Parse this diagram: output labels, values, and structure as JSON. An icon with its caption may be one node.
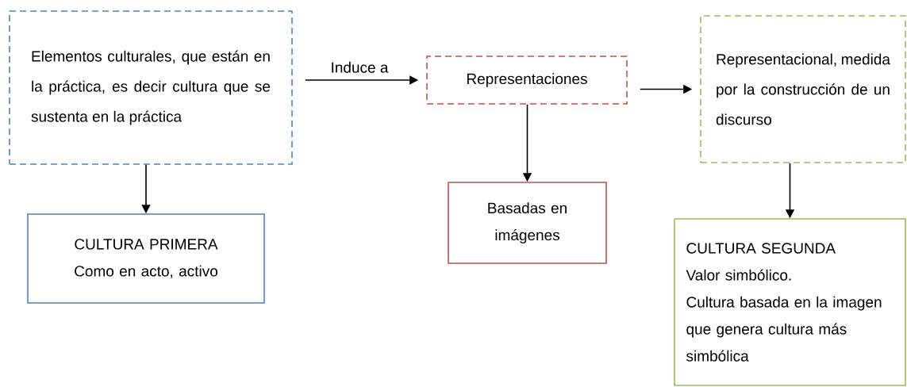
{
  "diagram": {
    "nodes": [
      {
        "text": [
          "Elementos culturales, que están en la práctica, es decir cultura que se sustenta en la práctica"
        ]
      },
      {
        "text": [
          "CULTURA PRIMERA",
          "Como en acto, activo"
        ]
      },
      {
        "text": [
          "Representaciones"
        ]
      },
      {
        "text": [
          "Basadas en imágenes"
        ]
      },
      {
        "text": [
          "Representacional, medida por la construcción de un discurso"
        ]
      },
      {
        "text": [
          "CULTURA SEGUNDA",
          "Valor simbólico.",
          "Cultura basada en la imagen que genera cultura más simbólica"
        ]
      }
    ],
    "edges": [
      {
        "from": 0,
        "to": 2,
        "arrow": "to",
        "label": "Induce a"
      },
      {
        "from": 0,
        "to": 1,
        "arrow": "to"
      },
      {
        "from": 2,
        "to": 3,
        "arrow": "to"
      },
      {
        "from": 2,
        "to": 4,
        "arrow": "to"
      },
      {
        "from": 4,
        "to": 5,
        "arrow": "to"
      }
    ]
  }
}
